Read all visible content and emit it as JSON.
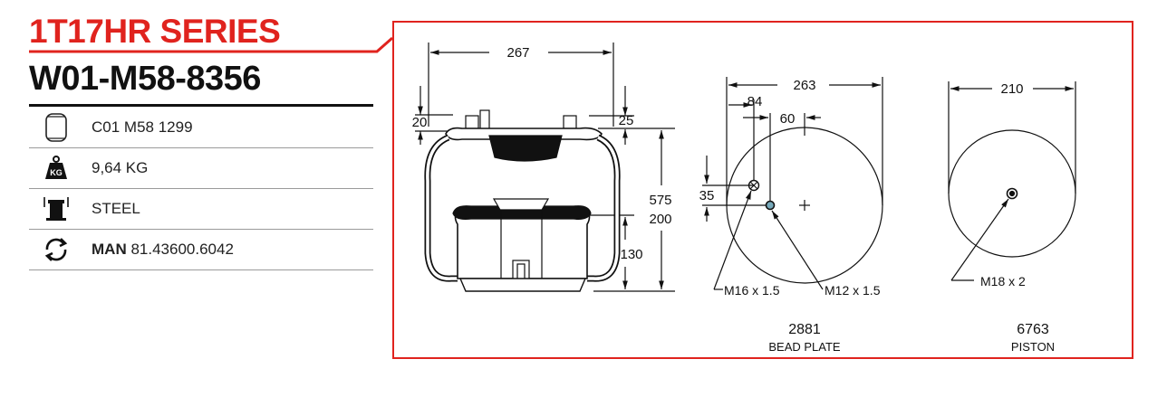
{
  "header": {
    "series": "1T17HR SERIES",
    "model": "W01-M58-8356"
  },
  "specs": [
    {
      "icon": "air-spring-icon",
      "value": "C01 M58 1299"
    },
    {
      "icon": "weight-kg-icon",
      "icon_label": "KG",
      "value": "9,64 KG"
    },
    {
      "icon": "piston-material-icon",
      "value": "STEEL"
    },
    {
      "icon": "cross-reference-icon",
      "brand": "MAN",
      "value": "81.43600.6042"
    }
  ],
  "drawing": {
    "side_view": {
      "dims": {
        "width": "267",
        "top_left": "20",
        "top_right": "25",
        "height_total": "575",
        "height_mid": "200",
        "height_piston": "130"
      }
    },
    "bead_plate": {
      "dims": {
        "diameter": "263",
        "offset_a": "84",
        "offset_b": "60",
        "vertical": "35"
      },
      "threads": {
        "left": "M16 x 1.5",
        "right": "M12 x 1.5"
      },
      "part_no": "2881",
      "caption": "BEAD PLATE"
    },
    "piston": {
      "dims": {
        "diameter": "210"
      },
      "thread": "M18 x 2",
      "part_no": "6763",
      "caption": "PISTON"
    }
  },
  "colors": {
    "accent": "#e0231e",
    "ink": "#111111"
  }
}
